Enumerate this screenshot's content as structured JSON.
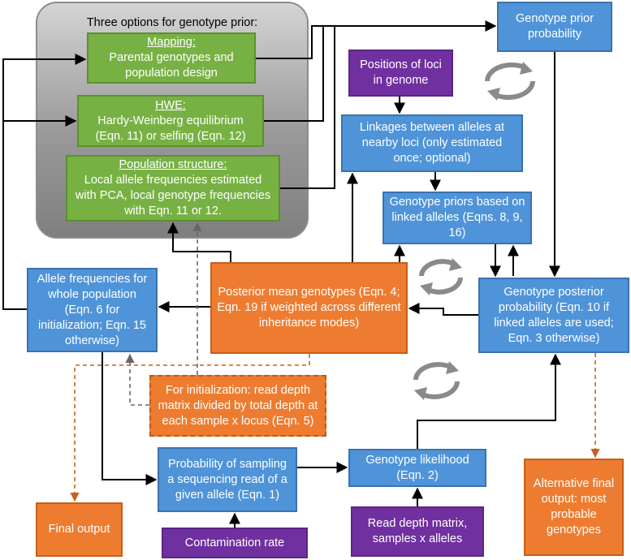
{
  "prior_group": {
    "title": "Three options for genotype prior:",
    "mapping": {
      "heading": "Mapping:",
      "text": "Parental genotypes and population design"
    },
    "hwe": {
      "heading": "HWE:",
      "text": "Hardy-Weinberg equilibrium (Eqn. 11) or selfing (Eqn. 12)"
    },
    "popstruct": {
      "heading": "Population structure:",
      "text": "Local allele frequencies estimated with PCA, local genotype frequencies with Eqn. 11 or 12."
    }
  },
  "nodes": {
    "genotype_prior": "Genotype prior probability",
    "positions": "Positions of loci in genome",
    "linkages": "Linkages between alleles at nearby loci (only estimated once; optional)",
    "linked_priors": "Genotype priors based on linked alleles (Eqns. 8, 9, 16)",
    "allele_freq": "Allele frequencies for whole population (Eqn. 6 for initialization; Eqn. 15 otherwise)",
    "posterior_mean": "Posterior mean genotypes (Eqn. 4; Eqn. 19 if weighted across different inheritance modes)",
    "posterior_prob": "Genotype posterior probability (Eqn. 10 if linked alleles are used; Eqn. 3 otherwise)",
    "init_note": "For initialization: read depth matrix divided by total depth at each sample x locus (Eqn. 5)",
    "sampling_prob": "Probability of sampling a sequencing read of a given allele (Eqn. 1)",
    "likelihood": "Genotype likelihood (Eqn. 2)",
    "final_output": "Final output",
    "alt_output": "Alternative final output: most probable genotypes",
    "contamination": "Contamination rate",
    "read_depth": "Read depth matrix, samples x alleles"
  },
  "colors": {
    "green": "#77b143",
    "blue": "#4f94d9",
    "orange": "#ee7c30",
    "purple": "#7030a0",
    "gray_group": "#a6a6a6",
    "cycle_icon": "#8a8a8a"
  },
  "icons": [
    "cycle-icon",
    "cycle-icon",
    "cycle-icon"
  ]
}
